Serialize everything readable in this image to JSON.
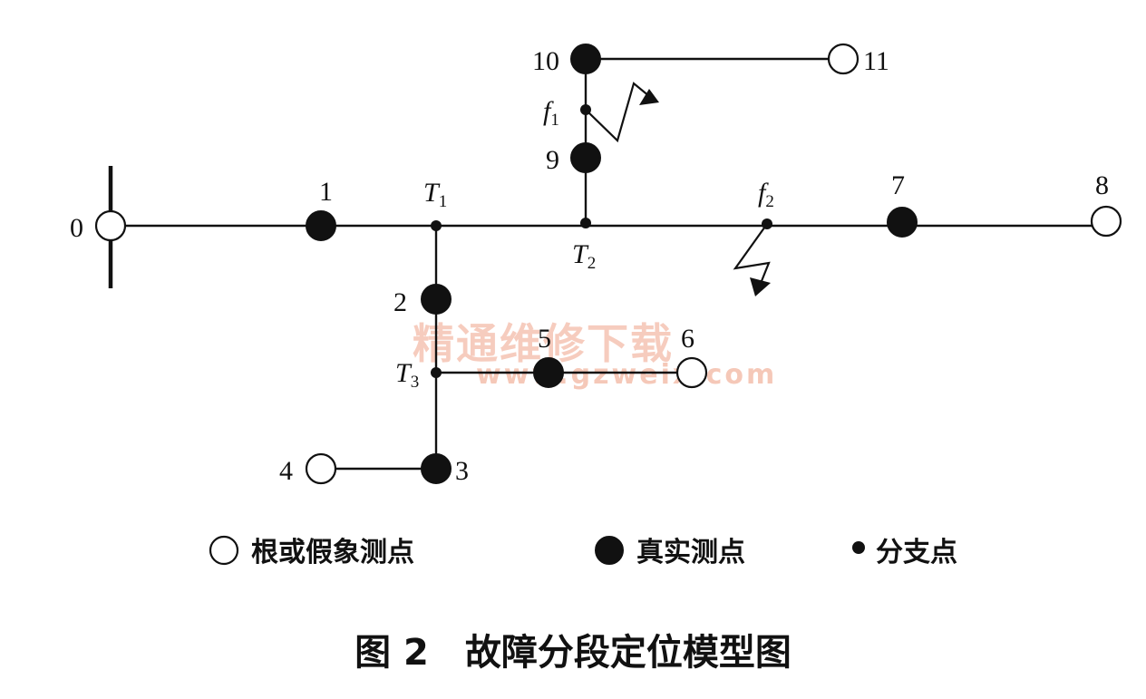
{
  "nodes": {
    "n0": "0",
    "n1": "1",
    "n2": "2",
    "n3": "3",
    "n4": "4",
    "n5": "5",
    "n6": "6",
    "n7": "7",
    "n8": "8",
    "n9": "9",
    "n10": "10",
    "n11": "11"
  },
  "branch_points": {
    "t1_main": "T",
    "t1_sub": "1",
    "t2_main": "T",
    "t2_sub": "2",
    "t3_main": "T",
    "t3_sub": "3"
  },
  "faults": {
    "f1_main": "f",
    "f1_sub": "1",
    "f2_main": "f",
    "f2_sub": "2"
  },
  "legend": {
    "open": "根或假象测点",
    "real": "真实测点",
    "branch": "分支点"
  },
  "caption": "图 2　故障分段定位模型图",
  "watermark": {
    "cn": "精通维修下载",
    "url": "www.gzweix.com"
  },
  "colors": {
    "ink": "#111111",
    "watermark": "#f0a48a"
  }
}
